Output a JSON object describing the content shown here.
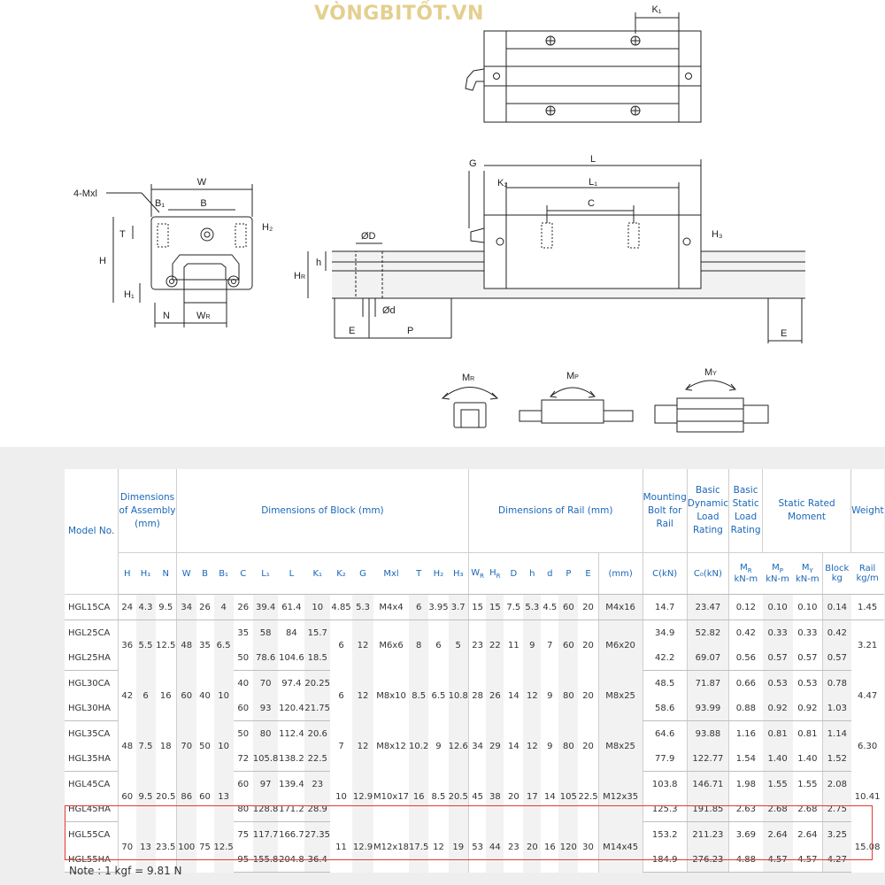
{
  "watermark": "VÒNGBITỐT.VN",
  "drawing_labels": {
    "k1": "K₁",
    "w": "W",
    "mxl": "4-Mxl",
    "b1": "B₁",
    "b": "B",
    "t": "T",
    "h2": "H₂",
    "h": "H",
    "h1": "H₁",
    "n": "N",
    "wr": "W",
    "wr_sub": "R",
    "phi_d_big": "ØD",
    "hr": "H",
    "hr_sub": "R",
    "h_small": "h",
    "phi_d_small": "Ød",
    "e": "E",
    "p": "P",
    "g": "G",
    "l": "L",
    "k2": "K₂",
    "l1": "L₁",
    "c": "C",
    "h3": "H₃",
    "mr": "M",
    "mr_sub": "R",
    "mp": "M",
    "mp_sub": "P",
    "my": "M",
    "my_sub": "Y"
  },
  "table": {
    "group_headers": {
      "model": "Model No.",
      "assembly": [
        "Dimensions",
        "of Assembly",
        "(mm)"
      ],
      "block": "Dimensions of Block (mm)",
      "rail": "Dimensions of Rail (mm)",
      "bolt": [
        "Mounting",
        "Bolt for",
        "Rail"
      ],
      "dynamic": [
        "Basic",
        "Dynamic",
        "Load",
        "Rating"
      ],
      "static": [
        "Basic",
        "Static",
        "Load",
        "Rating"
      ],
      "moment": [
        "Static Rated",
        "Moment"
      ],
      "weight": "Weight"
    },
    "col_heads": {
      "H": "H",
      "H1": "H₁",
      "N": "N",
      "W": "W",
      "B": "B",
      "B1": "B₁",
      "C": "C",
      "L1": "L₁",
      "L": "L",
      "K1": "K₁",
      "K2": "K₂",
      "G": "G",
      "Mxl": "Mxl",
      "T": "T",
      "H2": "H₂",
      "H3": "H₃",
      "WR": "W",
      "WR_sub": "R",
      "HR": "H",
      "HR_sub": "R",
      "D": "D",
      "h": "h",
      "d": "d",
      "P": "P",
      "E": "E",
      "bolt_unit": "(mm)",
      "C_unit": "C(kN)",
      "C0_unit": "C₀(kN)",
      "MR": "M",
      "MR_sub": "R",
      "MP": "M",
      "MP_sub": "P",
      "MY": "M",
      "MY_sub": "Y",
      "block": "Block",
      "rail": "Rail",
      "knm": "kN-m",
      "kg": "kg",
      "kgm": "kg/m"
    },
    "groups": [
      {
        "shared": {
          "H": "24",
          "H1": "4.3",
          "N": "9.5",
          "W": "34",
          "B": "26",
          "B1": "4",
          "K2": "4.85",
          "G": "5.3",
          "Mxl": "M4x4",
          "T": "6",
          "H2": "3.95",
          "H3": "3.7",
          "WR": "15",
          "HR": "15",
          "D": "7.5",
          "h": "5.3",
          "d": "4.5",
          "P": "60",
          "E": "20",
          "bolt": "M4x16",
          "rail_w": "1.45"
        },
        "rows": [
          {
            "model": "HGL15CA",
            "C": "26",
            "L1": "39.4",
            "L": "61.4",
            "K1": "10",
            "dyn": "14.7",
            "sta": "23.47",
            "MR": "0.12",
            "MP": "0.10",
            "MY": "0.10",
            "blk": "0.14"
          }
        ]
      },
      {
        "shared": {
          "H": "36",
          "H1": "5.5",
          "N": "12.5",
          "W": "48",
          "B": "35",
          "B1": "6.5",
          "K2": "6",
          "G": "12",
          "Mxl": "M6x6",
          "T": "8",
          "H2": "6",
          "H3": "5",
          "WR": "23",
          "HR": "22",
          "D": "11",
          "h": "9",
          "d": "7",
          "P": "60",
          "E": "20",
          "bolt": "M6x20",
          "rail_w": "3.21"
        },
        "rows": [
          {
            "model": "HGL25CA",
            "C": "35",
            "L1": "58",
            "L": "84",
            "K1": "15.7",
            "dyn": "34.9",
            "sta": "52.82",
            "MR": "0.42",
            "MP": "0.33",
            "MY": "0.33",
            "blk": "0.42"
          },
          {
            "model": "HGL25HA",
            "C": "50",
            "L1": "78.6",
            "L": "104.6",
            "K1": "18.5",
            "dyn": "42.2",
            "sta": "69.07",
            "MR": "0.56",
            "MP": "0.57",
            "MY": "0.57",
            "blk": "0.57"
          }
        ]
      },
      {
        "shared": {
          "H": "42",
          "H1": "6",
          "N": "16",
          "W": "60",
          "B": "40",
          "B1": "10",
          "K2": "6",
          "G": "12",
          "Mxl": "M8x10",
          "T": "8.5",
          "H2": "6.5",
          "H3": "10.8",
          "WR": "28",
          "HR": "26",
          "D": "14",
          "h": "12",
          "d": "9",
          "P": "80",
          "E": "20",
          "bolt": "M8x25",
          "rail_w": "4.47"
        },
        "rows": [
          {
            "model": "HGL30CA",
            "C": "40",
            "L1": "70",
            "L": "97.4",
            "K1": "20.25",
            "dyn": "48.5",
            "sta": "71.87",
            "MR": "0.66",
            "MP": "0.53",
            "MY": "0.53",
            "blk": "0.78"
          },
          {
            "model": "HGL30HA",
            "C": "60",
            "L1": "93",
            "L": "120.4",
            "K1": "21.75",
            "dyn": "58.6",
            "sta": "93.99",
            "MR": "0.88",
            "MP": "0.92",
            "MY": "0.92",
            "blk": "1.03"
          }
        ]
      },
      {
        "shared": {
          "H": "48",
          "H1": "7.5",
          "N": "18",
          "W": "70",
          "B": "50",
          "B1": "10",
          "K2": "7",
          "G": "12",
          "Mxl": "M8x12",
          "T": "10.2",
          "H2": "9",
          "H3": "12.6",
          "WR": "34",
          "HR": "29",
          "D": "14",
          "h": "12",
          "d": "9",
          "P": "80",
          "E": "20",
          "bolt": "M8x25",
          "rail_w": "6.30"
        },
        "rows": [
          {
            "model": "HGL35CA",
            "C": "50",
            "L1": "80",
            "L": "112.4",
            "K1": "20.6",
            "dyn": "64.6",
            "sta": "93.88",
            "MR": "1.16",
            "MP": "0.81",
            "MY": "0.81",
            "blk": "1.14"
          },
          {
            "model": "HGL35HA",
            "C": "72",
            "L1": "105.8",
            "L": "138.2",
            "K1": "22.5",
            "dyn": "77.9",
            "sta": "122.77",
            "MR": "1.54",
            "MP": "1.40",
            "MY": "1.40",
            "blk": "1.52"
          }
        ]
      },
      {
        "shared": {
          "H": "60",
          "H1": "9.5",
          "N": "20.5",
          "W": "86",
          "B": "60",
          "B1": "13",
          "K2": "10",
          "G": "12.9",
          "Mxl": "M10x17",
          "T": "16",
          "H2": "8.5",
          "H3": "20.5",
          "WR": "45",
          "HR": "38",
          "D": "20",
          "h": "17",
          "d": "14",
          "P": "105",
          "E": "22.5",
          "bolt": "M12x35",
          "rail_w": "10.41"
        },
        "rows": [
          {
            "model": "HGL45CA",
            "C": "60",
            "L1": "97",
            "L": "139.4",
            "K1": "23",
            "dyn": "103.8",
            "sta": "146.71",
            "MR": "1.98",
            "MP": "1.55",
            "MY": "1.55",
            "blk": "2.08"
          },
          {
            "model": "HGL45HA",
            "C": "80",
            "L1": "128.8",
            "L": "171.2",
            "K1": "28.9",
            "dyn": "125.3",
            "sta": "191.85",
            "MR": "2.63",
            "MP": "2.68",
            "MY": "2.68",
            "blk": "2.75"
          }
        ]
      },
      {
        "shared": {
          "H": "70",
          "H1": "13",
          "N": "23.5",
          "W": "100",
          "B": "75",
          "B1": "12.5",
          "K2": "11",
          "G": "12.9",
          "Mxl": "M12x18",
          "T": "17.5",
          "H2": "12",
          "H3": "19",
          "WR": "53",
          "HR": "44",
          "D": "23",
          "h": "20",
          "d": "16",
          "P": "120",
          "E": "30",
          "bolt": "M14x45",
          "rail_w": "15.08"
        },
        "rows": [
          {
            "model": "HGL55CA",
            "C": "75",
            "L1": "117.7",
            "L": "166.7",
            "K1": "27.35",
            "dyn": "153.2",
            "sta": "211.23",
            "MR": "3.69",
            "MP": "2.64",
            "MY": "2.64",
            "blk": "3.25"
          },
          {
            "model": "HGL55HA",
            "C": "95",
            "L1": "155.8",
            "L": "204.8",
            "K1": "36.4",
            "dyn": "184.9",
            "sta": "276.23",
            "MR": "4.88",
            "MP": "4.57",
            "MY": "4.57",
            "blk": "4.27"
          }
        ]
      }
    ],
    "highlight_color": "#e53935",
    "note": "Note : 1 kgf = 9.81 N"
  }
}
